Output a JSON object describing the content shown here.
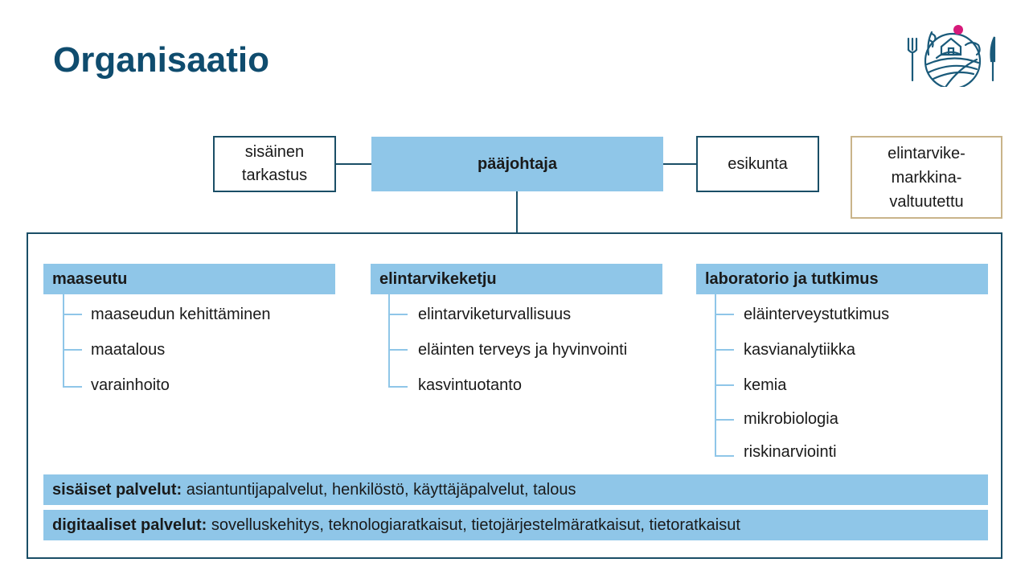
{
  "title": "Organisaatio",
  "top": {
    "internal_audit": "sisäinen\ntarkastus",
    "director": "pääjohtaja",
    "staff": "esikunta",
    "ombudsman": "elintarvike-\nmarkkina-\nvaltuutettu"
  },
  "departments": [
    {
      "name": "maaseutu",
      "items": [
        "maaseudun kehittäminen",
        "maatalous",
        "varainhoito"
      ]
    },
    {
      "name": "elintarvikeketju",
      "items": [
        "elintarviketurvallisuus",
        "eläinten terveys ja hyvinvointi",
        "kasvintuotanto"
      ]
    },
    {
      "name": "laboratorio ja tutkimus",
      "items": [
        "eläinterveystutkimus",
        "kasvianalytiikka",
        "kemia",
        "mikrobiologia",
        "riskinarviointi"
      ]
    }
  ],
  "services": [
    {
      "label": "sisäiset palvelut:",
      "text": " asiantuntijapalvelut, henkilöstö, käyttäjäpalvelut, talous"
    },
    {
      "label": "digitaaliset palvelut:",
      "text": " sovelluskehitys, teknologiaratkaisut, tietojärjestelmäratkaisut, tietoratkaisut"
    }
  ],
  "colors": {
    "title": "#0f4c6e",
    "accent_blue": "#8fc6e8",
    "border": "#1a4e66",
    "gold": "#c9b48a",
    "logo_dot": "#d6197a"
  },
  "logo": {
    "icon": "ruokavirasto-logo-icon"
  }
}
